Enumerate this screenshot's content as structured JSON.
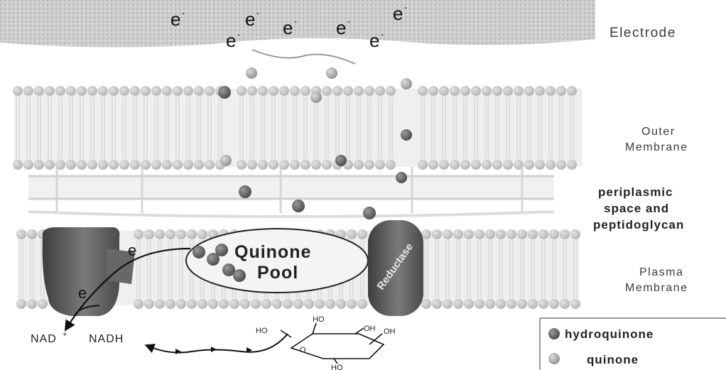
{
  "labels": {
    "electrode": "Electrode",
    "outer_membrane_line1": "Outer",
    "outer_membrane_line2": "Membrane",
    "periplasm_line1": "periplasmic",
    "periplasm_line2": "space and",
    "periplasm_line3": "peptidoglycan",
    "plasma_line1": "Plasma",
    "plasma_line2": "Membrane"
  },
  "electron_symbol": "e",
  "electron_charge": "-",
  "quinone_pool": {
    "line1": "Quinone",
    "line2": "Pool"
  },
  "enzyme_label": "Reductase",
  "nad_labels": {
    "nad_plus": "NAD",
    "nad_plus_sup": "+",
    "nadh": "NADH"
  },
  "sugar_labels": {
    "ho_left": "HO",
    "ho_top": "HO",
    "oh_right1": "OH",
    "oh_right2": "OH",
    "ho_bottom": "HO",
    "ring_o": "O"
  },
  "legend": {
    "items": [
      {
        "label": "hydroquinone",
        "color": "#6d6d6d"
      },
      {
        "label": "quinone",
        "color": "#a9a9a9"
      }
    ]
  },
  "colors": {
    "dark_sphere": "#6d6d6d",
    "light_sphere": "#a9a9a9",
    "lipid_head": "#c9c9c9",
    "membrane_bg": "#eeeeee",
    "electrode": "#c7c7c7",
    "enzyme": "#555555"
  }
}
